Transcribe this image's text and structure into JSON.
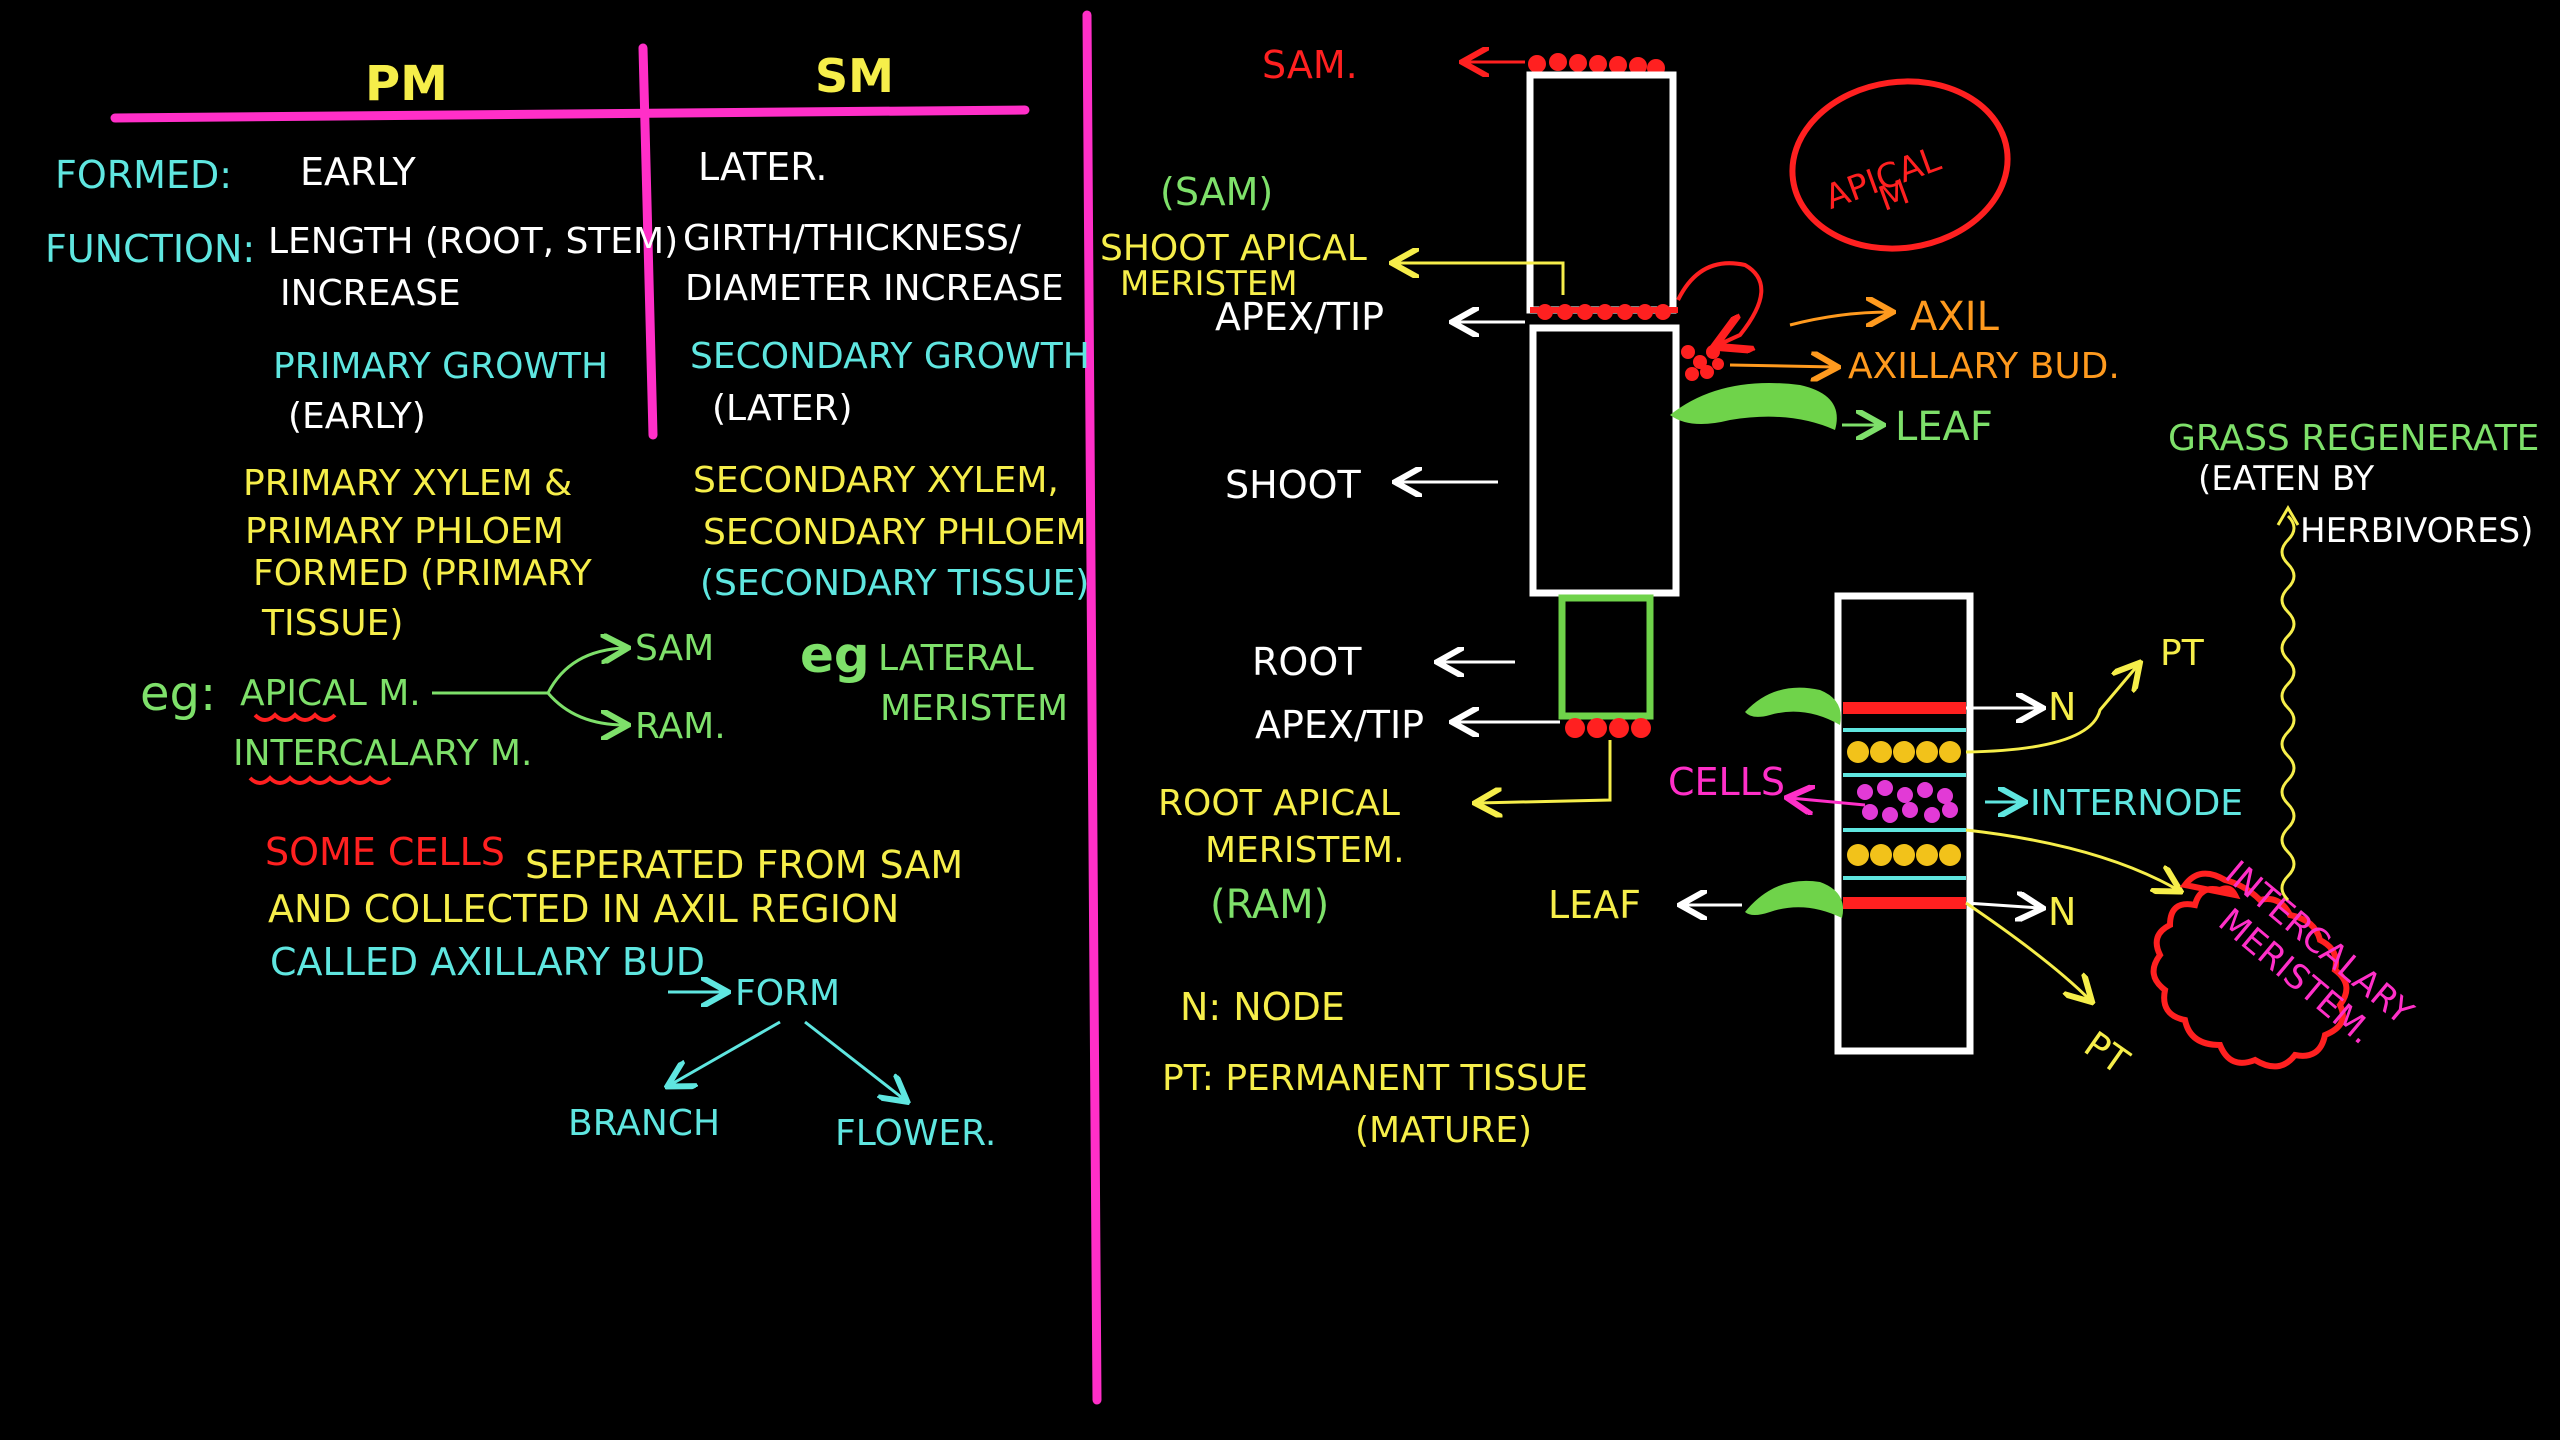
{
  "colors": {
    "pink": "#ff2fc8",
    "yellow": "#f6ee4a",
    "cyan": "#5fe6e0",
    "green": "#7ee06a",
    "white": "#ffffff",
    "red": "#ff2020",
    "orange": "#ff9a1e",
    "gold": "#f2c21a",
    "leaf_green": "#6fd34a"
  },
  "left_panel": {
    "pm_header": "PM",
    "sm_header": "SM",
    "formed_label": "FORMED:",
    "formed_pm": "EARLY",
    "formed_sm": "LATER.",
    "function_label": "FUNCTION:",
    "function_pm_1": "LENGTH (ROOT, STEM)",
    "function_pm_2": "INCREASE",
    "function_sm_1": "GIRTH/THICKNESS/",
    "function_sm_2": "DIAMETER INCREASE",
    "growth_pm_1": "PRIMARY GROWTH",
    "growth_pm_2": "(EARLY)",
    "growth_sm_1": "SECONDARY GROWTH",
    "growth_sm_2": "(LATER)",
    "tissue_pm_1": "PRIMARY XYLEM &",
    "tissue_pm_2": "PRIMARY PHLOEM",
    "tissue_pm_3": "FORMED (PRIMARY",
    "tissue_pm_4": "TISSUE)",
    "tissue_sm_1": "SECONDARY XYLEM,",
    "tissue_sm_2": "SECONDARY PHLOEM",
    "tissue_sm_3": "(SECONDARY TISSUE)",
    "eg_pm": "eg:",
    "apical_m": "APICAL M.",
    "sam": "SAM",
    "ram": "RAM.",
    "intercalary_m": "INTERCALARY M.",
    "eg_sm": "eg",
    "lateral_1": "LATERAL",
    "lateral_2": "MERISTEM",
    "note_red": "SOME CELLS",
    "note_1": "SEPERATED FROM SAM",
    "note_2": "AND COLLECTED IN AXIL REGION",
    "note_3": "CALLED AXILLARY BUD",
    "note_form": "FORM",
    "branch": "BRANCH",
    "flower": "FLOWER."
  },
  "right_panel": {
    "sam_top": "SAM.",
    "apical_m_1": "APICAL",
    "apical_m_2": "M",
    "sam_paren": "(SAM)",
    "shoot_apical_1": "SHOOT APICAL",
    "shoot_apical_2": "MERISTEM",
    "apex_tip_1": "APEX/TIP",
    "axil": "AXIL",
    "axillary_bud": "AXILLARY BUD.",
    "leaf_1": "LEAF",
    "shoot": "SHOOT",
    "root": "ROOT",
    "apex_tip_2": "APEX/TIP",
    "root_apical_1": "ROOT APICAL",
    "root_apical_2": "MERISTEM.",
    "ram_paren": "(RAM)",
    "n_node": "N: NODE",
    "pt_perm": "PT: PERMANENT TISSUE",
    "mature": "(MATURE)",
    "pt_top": "PT",
    "n_top": "N",
    "cells": "CELLS",
    "internode": "INTERNODE",
    "leaf_2": "LEAF",
    "n_bottom": "N",
    "pt_bottom": "PT",
    "grass_1": "GRASS REGENERATE",
    "grass_2": "(EATEN BY",
    "grass_3": "HERBIVORES)",
    "intercalary_1": "INTERCALARY",
    "intercalary_2": "MERISTEM."
  }
}
